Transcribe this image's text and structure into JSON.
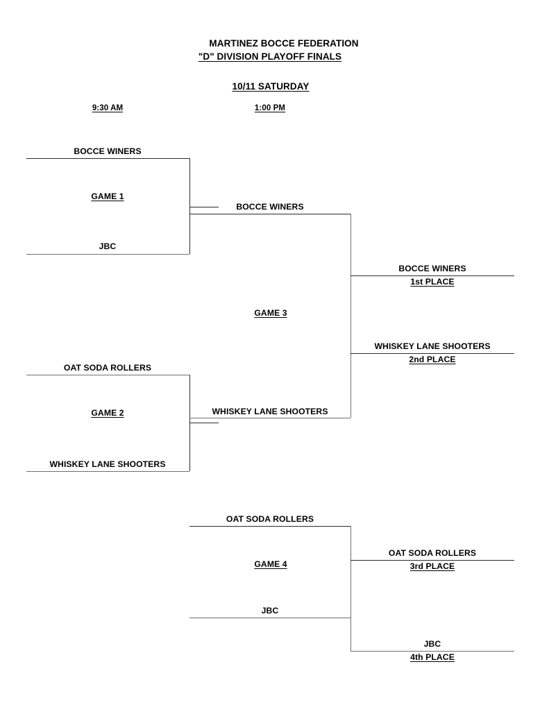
{
  "header": {
    "org": "MARTINEZ BOCCE FEDERATION",
    "division": "\"D\" DIVISION  PLAYOFF FINALS",
    "date": "10/11 SATURDAY"
  },
  "time_slots": [
    {
      "label": "9:30 AM"
    },
    {
      "label": "1:00 PM"
    }
  ],
  "round1": {
    "game1": {
      "label": "GAME 1 ",
      "top_team": "BOCCE WINERS",
      "bottom_team": "JBC"
    },
    "game2": {
      "label": "GAME 2 ",
      "top_team": "OAT SODA ROLLERS",
      "bottom_team": "WHISKEY LANE SHOOTERS"
    }
  },
  "round2": {
    "game3": {
      "label": "GAME 3 ",
      "top_team": "BOCCE WINERS",
      "bottom_team": "WHISKEY LANE SHOOTERS"
    },
    "game4": {
      "label": "GAME 4 ",
      "top_team": "OAT SODA ROLLERS",
      "bottom_team": "JBC"
    }
  },
  "results": [
    {
      "team": "BOCCE WINERS",
      "place": "1st PLACE"
    },
    {
      "team": "WHISKEY LANE SHOOTERS",
      "place": "2nd PLACE"
    },
    {
      "team": "OAT SODA ROLLERS",
      "place": "3rd PLACE"
    },
    {
      "team": "JBC",
      "place": "4th PLACE"
    }
  ],
  "colors": {
    "ink": "#000000",
    "rule": "#2b2b2b",
    "rule_soft": "#6f6f6f",
    "paper": "#ffffff"
  }
}
